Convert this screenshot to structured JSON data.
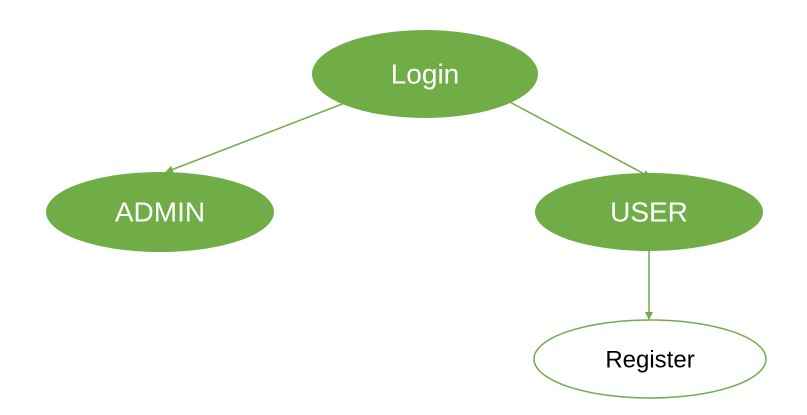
{
  "colors": {
    "node_fill": "#70AD47",
    "node_text": "#ffffff",
    "outline_stroke": "#70AD47",
    "outline_text": "#000000",
    "edge": "#70AD47",
    "background": "#ffffff"
  },
  "nodes": {
    "login": {
      "label": "Login",
      "style": "filled"
    },
    "admin": {
      "label": "ADMIN",
      "style": "filled"
    },
    "user": {
      "label": "USER",
      "style": "filled"
    },
    "register": {
      "label": "Register",
      "style": "outline"
    }
  },
  "edges": [
    {
      "from": "login",
      "to": "admin"
    },
    {
      "from": "login",
      "to": "user"
    },
    {
      "from": "user",
      "to": "register"
    }
  ]
}
